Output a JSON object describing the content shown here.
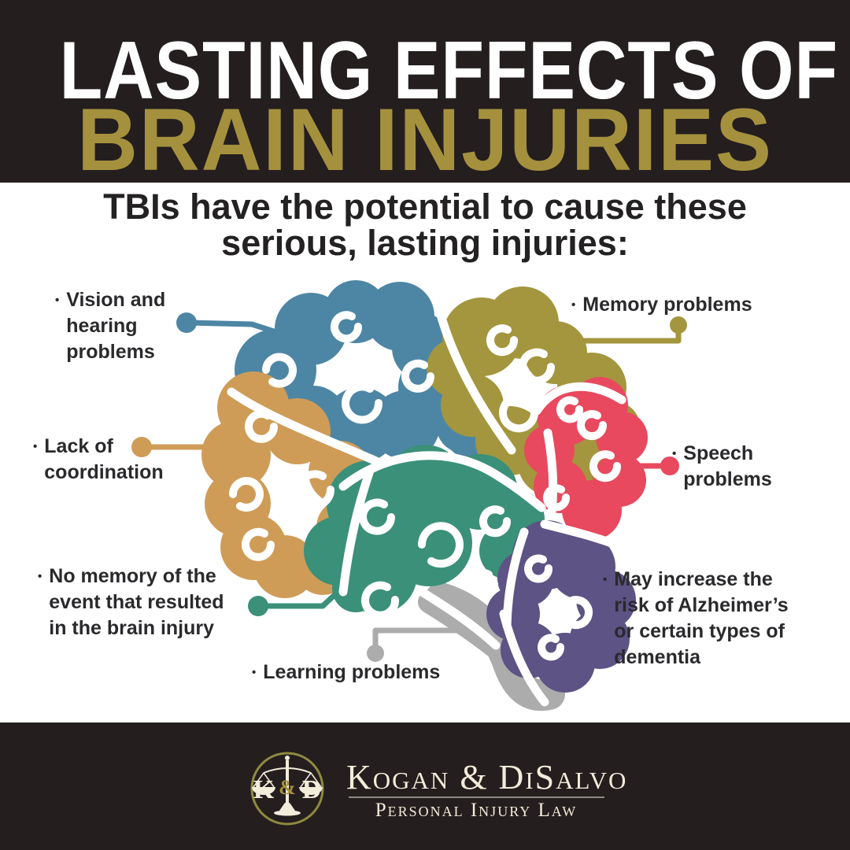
{
  "header": {
    "title_line1": "LASTING EFFECTS OF",
    "title_line2": "BRAIN INJURIES"
  },
  "subtitle": "TBIs have the potential to cause these\nserious, lasting injuries:",
  "labels": {
    "bullet": "•",
    "vision": {
      "text": "Vision and\nhearing\nproblems",
      "color_key": "blue"
    },
    "memory": {
      "text": "Memory problems",
      "color_key": "olive"
    },
    "coordination": {
      "text": "Lack of\ncoordination",
      "color_key": "tan"
    },
    "speech": {
      "text": "Speech\nproblems",
      "color_key": "red"
    },
    "no_memory": {
      "text": "No memory of the\nevent that resulted\nin the brain injury",
      "color_key": "teal"
    },
    "learning": {
      "text": "Learning problems",
      "color_key": "gray"
    },
    "alzheimers": {
      "text": "May increase the\nrisk of Alzheimer’s\nor certain types of\ndementia",
      "color_key": "purple"
    }
  },
  "brain_regions": [
    {
      "name": "frontal-lobe-blue",
      "color_key": "blue"
    },
    {
      "name": "parietal-lobe-olive",
      "color_key": "olive"
    },
    {
      "name": "frontal-lower-tan",
      "color_key": "tan"
    },
    {
      "name": "occipital-red",
      "color_key": "red"
    },
    {
      "name": "temporal-teal",
      "color_key": "teal"
    },
    {
      "name": "cerebellum-purple",
      "color_key": "purple"
    },
    {
      "name": "brain-stem-gray",
      "color_key": "gray"
    }
  ],
  "footer": {
    "firm_name": "Kogan & DiSalvo",
    "tagline": "Personal Injury Law",
    "monogram": {
      "left": "K",
      "amp": "&",
      "right": "D"
    }
  },
  "colors": {
    "bg_black": "#241e1f",
    "title_gold": "#a5913d",
    "ink": "#232122",
    "label": "#2a292c",
    "blue": "#4d86a4",
    "olive": "#a4963e",
    "tan": "#cf9c57",
    "red": "#e8495e",
    "teal": "#3b9079",
    "purple": "#5d5384",
    "gray": "#acacac",
    "cream": "#f2edda",
    "ring": "#8f8a3f",
    "rule": "#8d8a82"
  }
}
